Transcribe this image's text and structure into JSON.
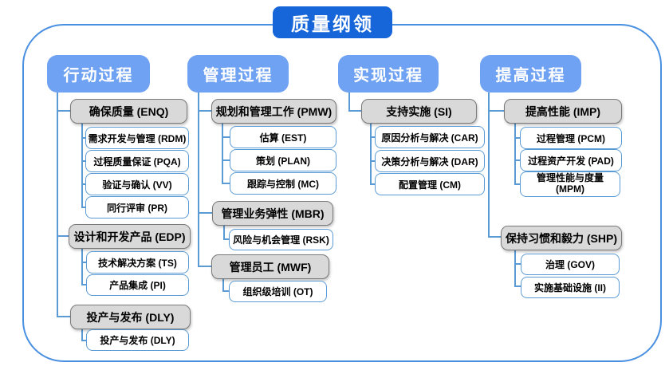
{
  "title": "质量纲领",
  "colors": {
    "title_fill": "#1666d9",
    "header_fill": "#6fa2f2",
    "frame_border": "#4a90e2",
    "connector_line": "#5b9bd5",
    "group_node_fill": "#d9d9d9",
    "group_node_border": "#7a7a7a",
    "leaf_node_border": "#5b9bd5"
  },
  "columns": [
    {
      "header": "行动过程",
      "groups": [
        {
          "label": "确保质量 (ENQ)",
          "children": [
            "需求开发与管理 (RDM)",
            "过程质量保证 (PQA)",
            "验证与确认 (VV)",
            "同行评审 (PR)"
          ]
        },
        {
          "label": "设计和开发产品 (EDP)",
          "children": [
            "技术解决方案 (TS)",
            "产品集成 (PI)"
          ]
        },
        {
          "label": "投产与发布 (DLY)",
          "children": [
            "投产与发布 (DLY)"
          ]
        }
      ]
    },
    {
      "header": "管理过程",
      "groups": [
        {
          "label": "规划和管理工作 (PMW)",
          "children": [
            "估算 (EST)",
            "策划 (PLAN)",
            "跟踪与控制 (MC)"
          ]
        },
        {
          "label": "管理业务弹性 (MBR)",
          "children": [
            "风险与机会管理 (RSK)"
          ]
        },
        {
          "label": "管理员工 (MWF)",
          "children": [
            "组织级培训 (OT)"
          ]
        }
      ]
    },
    {
      "header": "实现过程",
      "groups": [
        {
          "label": "支持实施 (SI)",
          "children": [
            "原因分析与解决 (CAR)",
            "决策分析与解决 (DAR)",
            "配置管理 (CM)"
          ]
        }
      ]
    },
    {
      "header": "提高过程",
      "groups": [
        {
          "label": "提高性能 (IMP)",
          "children": [
            "过程管理 (PCM)",
            "过程资产开发 (PAD)",
            "管理性能与度量 (MPM)"
          ]
        },
        {
          "label": "保持习惯和毅力 (SHP)",
          "children": [
            "治理 (GOV)",
            "实施基础设施 (II)"
          ]
        }
      ]
    }
  ]
}
